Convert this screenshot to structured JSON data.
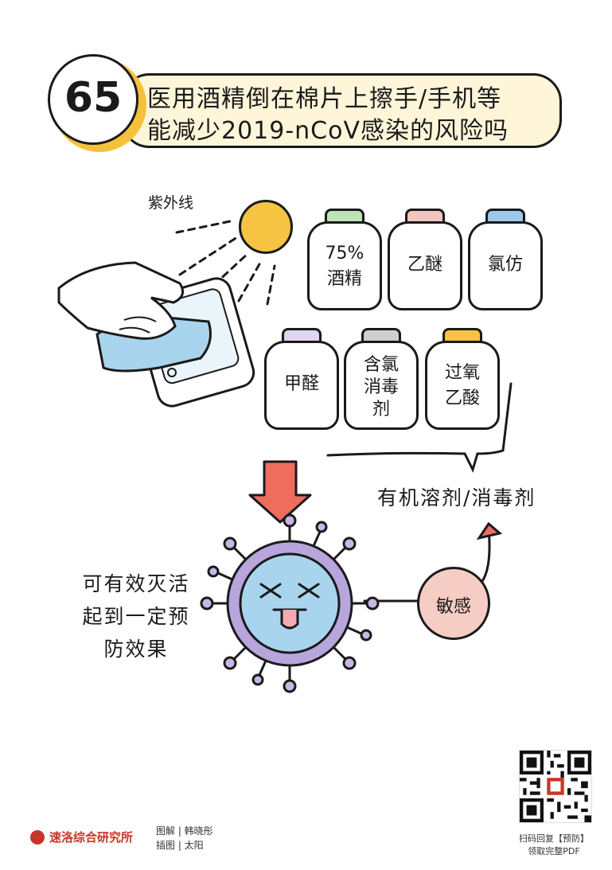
{
  "header": {
    "number": "65",
    "title_line1": "医用酒精倒在棉片上擦手/手机等",
    "title_line2": "能减少2019-nCoV感染的风险吗"
  },
  "illustration": {
    "uv_label": "紫外线",
    "bottles": [
      {
        "line1": "75%",
        "line2": "酒精",
        "cap_color": "#bfe3b4"
      },
      {
        "line1": "乙醚",
        "line2": "",
        "cap_color": "#f2c6c0"
      },
      {
        "line1": "氯仿",
        "line2": "",
        "cap_color": "#9cc8ec"
      },
      {
        "line1": "甲醛",
        "line2": "",
        "cap_color": "#e0d6f2"
      },
      {
        "line1": "含氯",
        "line2": "消毒",
        "line3": "剂",
        "cap_color": "#cfcfcf"
      },
      {
        "line1": "过氧",
        "line2": "乙酸",
        "cap_color": "#f6c342"
      }
    ],
    "organic_label": "有机溶剂/消毒剂",
    "sensitive_label": "敏感",
    "effect_lines": [
      "可有效灭活",
      "起到一定预",
      "防效果"
    ]
  },
  "footer": {
    "org_name": "速洛综合研究所",
    "credit_line1": "图解 | 韩晓彤",
    "credit_line2": "插图 | 太阳",
    "qr_caption_line1": "扫码回复【预防】",
    "qr_caption_line2": "领取完整PDF"
  },
  "colors": {
    "banner_fill": "#fff6da",
    "number_accent": "#f4c23a",
    "arrow": "#ef6d5f",
    "virus_body": "#a9d4ee",
    "virus_ring": "#b7a5dc",
    "sensitive_fill": "#f6cdc4",
    "brand": "#c73628"
  }
}
